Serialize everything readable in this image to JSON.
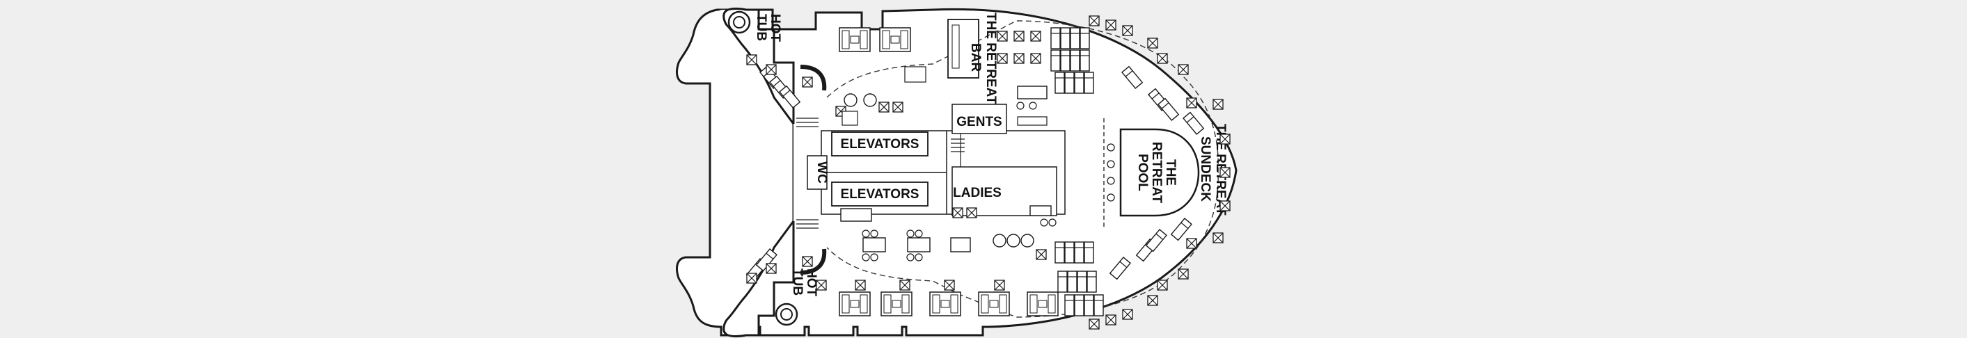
{
  "deck_plan": {
    "labels": {
      "hot_tub_top": [
        "HOT",
        "TUB"
      ],
      "hot_tub_bottom": [
        "HOT",
        "TUB"
      ],
      "retreat_bar": [
        "THE RETREAT",
        "BAR"
      ],
      "gents": "GENTS",
      "ladies": "LADIES",
      "elevators_top": "ELEVATORS",
      "elevators_bottom": "ELEVATORS",
      "wc": "WC",
      "retreat_pool": [
        "THE",
        "RETREAT",
        "POOL"
      ],
      "retreat_sundeck": [
        "THE RETREAT",
        "SUNDECK"
      ]
    },
    "colors": {
      "background": "#efefef",
      "deck_fill": "#ffffff",
      "line": "#1a1a1a"
    }
  }
}
